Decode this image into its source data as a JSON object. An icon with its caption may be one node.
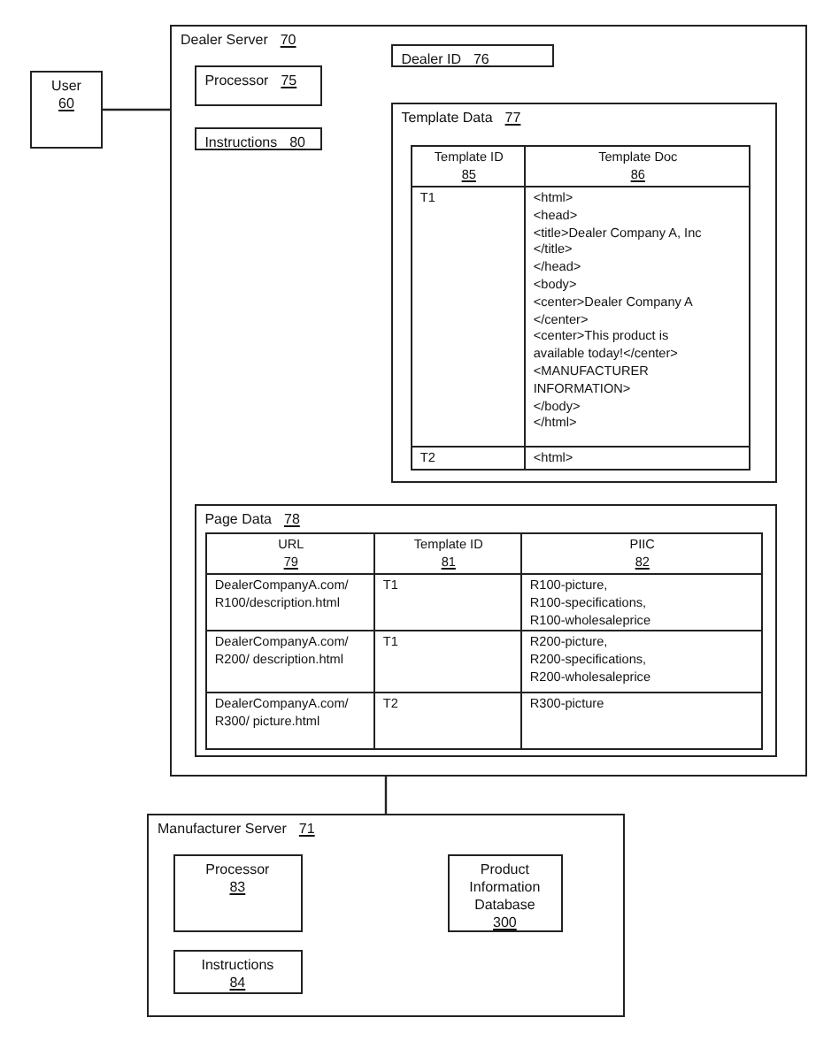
{
  "diagram": {
    "nodes": [
      {
        "text": [
          "User",
          "60"
        ]
      },
      {
        "text": [
          "Dealer Server",
          "70"
        ]
      },
      {
        "text": [
          "Dealer ID",
          "76"
        ],
        "in": 1
      },
      {
        "text": [
          "Processor",
          "75"
        ],
        "in": 1
      },
      {
        "text": [
          "Instructions",
          "80"
        ],
        "in": 1
      },
      {
        "text": [
          "Template Data",
          "77"
        ],
        "in": 1
      },
      {
        "text": [
          "Page Data",
          "78"
        ],
        "in": 1
      },
      {
        "text": [
          "Manufacturer Server",
          "71"
        ]
      },
      {
        "text": [
          "Processor",
          "83"
        ],
        "in": 7
      },
      {
        "text": [
          "Product Information Database",
          "300"
        ],
        "in": 7
      },
      {
        "text": [
          "Instructions",
          "84"
        ],
        "in": 7
      }
    ],
    "edges": [
      {
        "from": 0,
        "to": 1,
        "arrow": "none"
      },
      {
        "from": 1,
        "to": 7,
        "arrow": "none"
      }
    ],
    "labels": [
      "Template ID",
      "85",
      "Template Doc",
      "86",
      "T1",
      "<html>",
      "<head>",
      "<title>Dealer Company A, Inc",
      "</title>",
      "</head>",
      "<body>",
      "<center>Dealer Company A",
      "</center>",
      "<center>This product is",
      "available today!</center>",
      "<MANUFACTURER",
      "INFORMATION>",
      "</body>",
      "</html>",
      "T2",
      "<html>",
      "URL",
      "79",
      "Template ID",
      "81",
      "PIIC",
      "82",
      "DealerCompanyA.com/ R100/description.html",
      "T1",
      "R100-picture, R100-specifications, R100-wholesaleprice",
      "DealerCompanyA.com/ R200/ description.html",
      "T1",
      "R200-picture, R200-specifications, R200-wholesaleprice",
      "DealerCompanyA.com/ R300/ picture.html",
      "T2",
      "R300-picture"
    ]
  }
}
